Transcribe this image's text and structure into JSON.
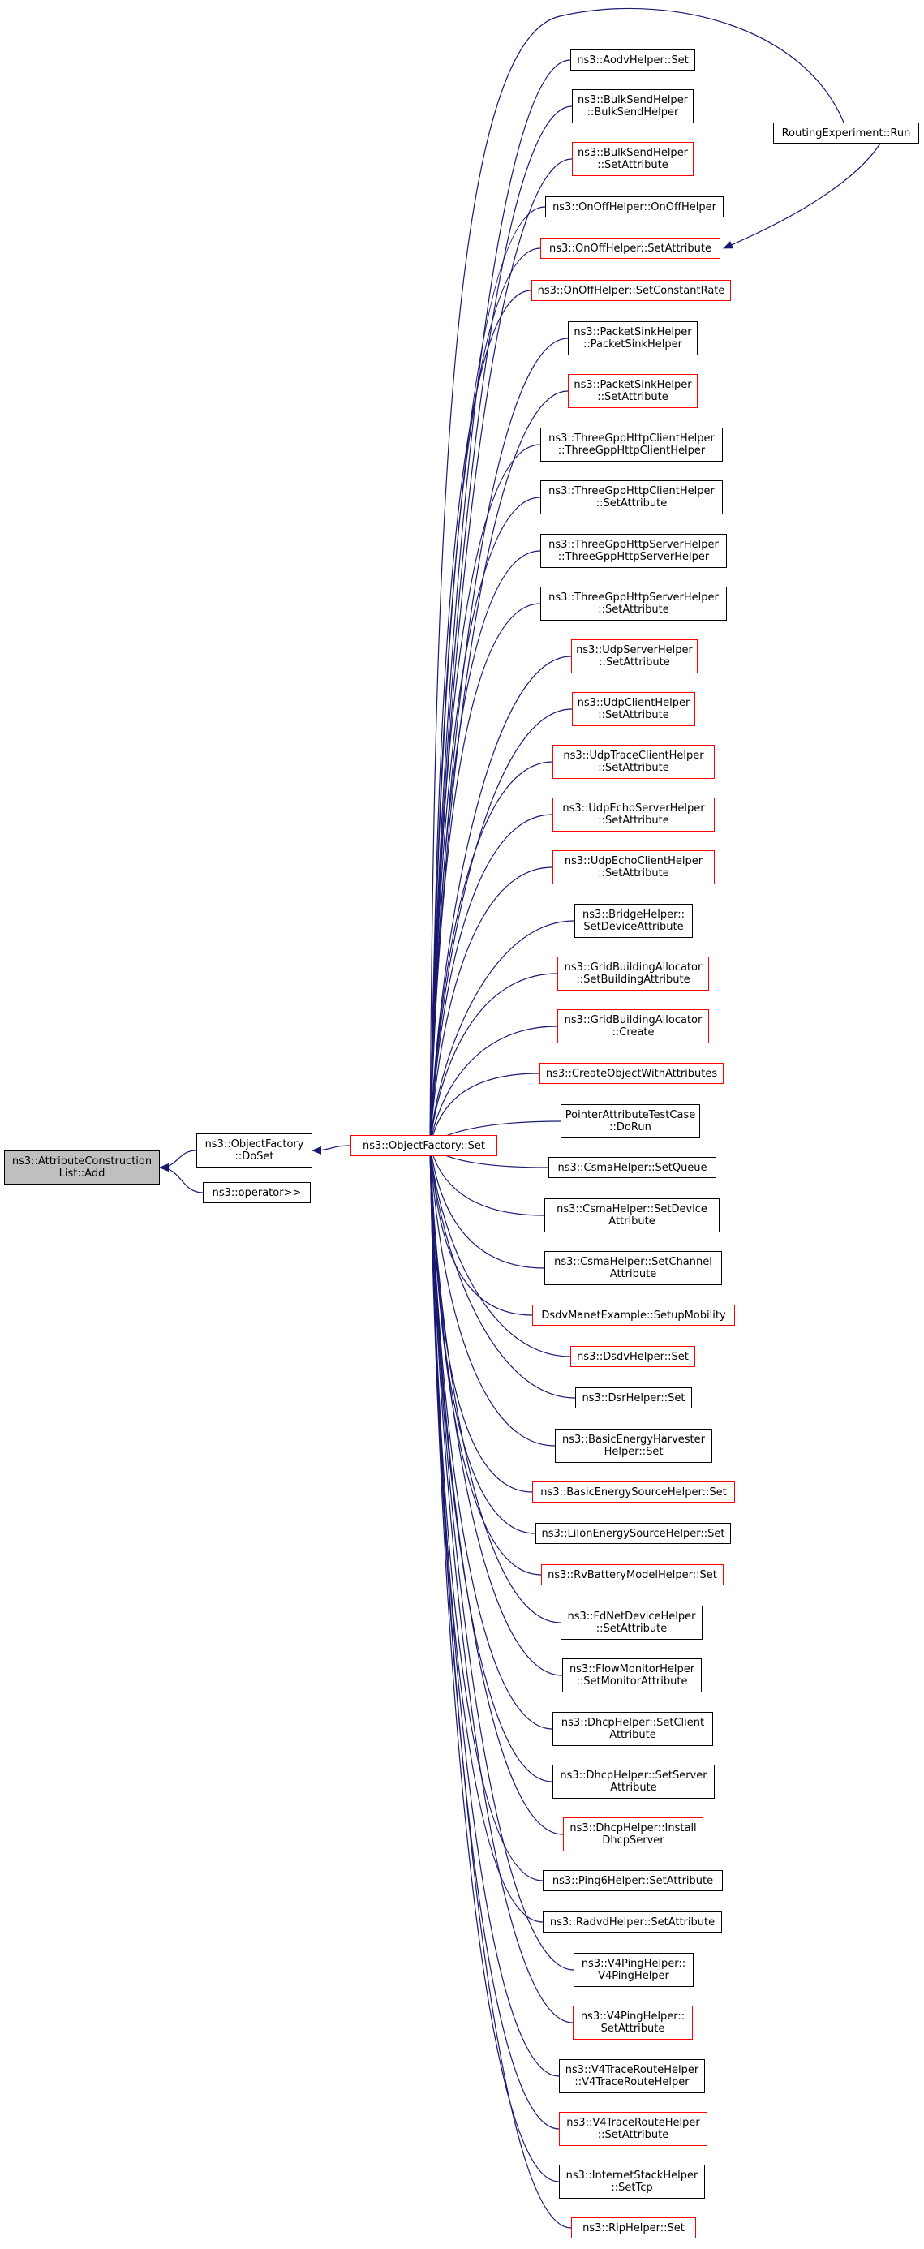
{
  "colors": {
    "edge": "#191970",
    "border": "#000000",
    "border_alt": "#ff0000",
    "focus_fill": "#bfbfbf"
  },
  "nodes": [
    {
      "id": "focus",
      "lines": [
        "ns3::AttributeConstruction",
        "List::Add"
      ],
      "style": "focus"
    },
    {
      "id": "doset",
      "lines": [
        "ns3::ObjectFactory",
        "::DoSet"
      ],
      "style": "black"
    },
    {
      "id": "opin",
      "lines": [
        "ns3::operator>>"
      ],
      "style": "black"
    },
    {
      "id": "ofset",
      "lines": [
        "ns3::ObjectFactory::Set"
      ],
      "style": "red"
    },
    {
      "id": "routing",
      "lines": [
        "RoutingExperiment::Run"
      ],
      "style": "black"
    },
    {
      "id": "c0",
      "lines": [
        "ns3::AodvHelper::Set"
      ],
      "style": "black"
    },
    {
      "id": "c1",
      "lines": [
        "ns3::BulkSendHelper",
        "::BulkSendHelper"
      ],
      "style": "black"
    },
    {
      "id": "c2",
      "lines": [
        "ns3::BulkSendHelper",
        "::SetAttribute"
      ],
      "style": "red"
    },
    {
      "id": "c3",
      "lines": [
        "ns3::OnOffHelper::OnOffHelper"
      ],
      "style": "black"
    },
    {
      "id": "c4",
      "lines": [
        "ns3::OnOffHelper::SetAttribute"
      ],
      "style": "red"
    },
    {
      "id": "c5",
      "lines": [
        "ns3::OnOffHelper::SetConstantRate"
      ],
      "style": "red"
    },
    {
      "id": "c6",
      "lines": [
        "ns3::PacketSinkHelper",
        "::PacketSinkHelper"
      ],
      "style": "black"
    },
    {
      "id": "c7",
      "lines": [
        "ns3::PacketSinkHelper",
        "::SetAttribute"
      ],
      "style": "red"
    },
    {
      "id": "c8",
      "lines": [
        "ns3::ThreeGppHttpClientHelper",
        "::ThreeGppHttpClientHelper"
      ],
      "style": "black"
    },
    {
      "id": "c9",
      "lines": [
        "ns3::ThreeGppHttpClientHelper",
        "::SetAttribute"
      ],
      "style": "black"
    },
    {
      "id": "c10",
      "lines": [
        "ns3::ThreeGppHttpServerHelper",
        "::ThreeGppHttpServerHelper"
      ],
      "style": "black"
    },
    {
      "id": "c11",
      "lines": [
        "ns3::ThreeGppHttpServerHelper",
        "::SetAttribute"
      ],
      "style": "black"
    },
    {
      "id": "c12",
      "lines": [
        "ns3::UdpServerHelper",
        "::SetAttribute"
      ],
      "style": "red"
    },
    {
      "id": "c13",
      "lines": [
        "ns3::UdpClientHelper",
        "::SetAttribute"
      ],
      "style": "red"
    },
    {
      "id": "c14",
      "lines": [
        "ns3::UdpTraceClientHelper",
        "::SetAttribute"
      ],
      "style": "red"
    },
    {
      "id": "c15",
      "lines": [
        "ns3::UdpEchoServerHelper",
        "::SetAttribute"
      ],
      "style": "red"
    },
    {
      "id": "c16",
      "lines": [
        "ns3::UdpEchoClientHelper",
        "::SetAttribute"
      ],
      "style": "red"
    },
    {
      "id": "c17",
      "lines": [
        "ns3::BridgeHelper::",
        "SetDeviceAttribute"
      ],
      "style": "black"
    },
    {
      "id": "c18",
      "lines": [
        "ns3::GridBuildingAllocator",
        "::SetBuildingAttribute"
      ],
      "style": "red"
    },
    {
      "id": "c19",
      "lines": [
        "ns3::GridBuildingAllocator",
        "::Create"
      ],
      "style": "red"
    },
    {
      "id": "c20",
      "lines": [
        "ns3::CreateObjectWithAttributes"
      ],
      "style": "red"
    },
    {
      "id": "c21",
      "lines": [
        "PointerAttributeTestCase",
        "::DoRun"
      ],
      "style": "black"
    },
    {
      "id": "c22",
      "lines": [
        "ns3::CsmaHelper::SetQueue"
      ],
      "style": "black"
    },
    {
      "id": "c23",
      "lines": [
        "ns3::CsmaHelper::SetDevice",
        "Attribute"
      ],
      "style": "black"
    },
    {
      "id": "c24",
      "lines": [
        "ns3::CsmaHelper::SetChannel",
        "Attribute"
      ],
      "style": "black"
    },
    {
      "id": "c25",
      "lines": [
        "DsdvManetExample::SetupMobility"
      ],
      "style": "red"
    },
    {
      "id": "c26",
      "lines": [
        "ns3::DsdvHelper::Set"
      ],
      "style": "red"
    },
    {
      "id": "c27",
      "lines": [
        "ns3::DsrHelper::Set"
      ],
      "style": "black"
    },
    {
      "id": "c28",
      "lines": [
        "ns3::BasicEnergyHarvester",
        "Helper::Set"
      ],
      "style": "black"
    },
    {
      "id": "c29",
      "lines": [
        "ns3::BasicEnergySourceHelper::Set"
      ],
      "style": "red"
    },
    {
      "id": "c30",
      "lines": [
        "ns3::LiIonEnergySourceHelper::Set"
      ],
      "style": "black"
    },
    {
      "id": "c31",
      "lines": [
        "ns3::RvBatteryModelHelper::Set"
      ],
      "style": "red"
    },
    {
      "id": "c32",
      "lines": [
        "ns3::FdNetDeviceHelper",
        "::SetAttribute"
      ],
      "style": "black"
    },
    {
      "id": "c33",
      "lines": [
        "ns3::FlowMonitorHelper",
        "::SetMonitorAttribute"
      ],
      "style": "black"
    },
    {
      "id": "c34",
      "lines": [
        "ns3::DhcpHelper::SetClient",
        "Attribute"
      ],
      "style": "black"
    },
    {
      "id": "c35",
      "lines": [
        "ns3::DhcpHelper::SetServer",
        "Attribute"
      ],
      "style": "black"
    },
    {
      "id": "c36",
      "lines": [
        "ns3::DhcpHelper::Install",
        "DhcpServer"
      ],
      "style": "red"
    },
    {
      "id": "c37",
      "lines": [
        "ns3::Ping6Helper::SetAttribute"
      ],
      "style": "black"
    },
    {
      "id": "c38",
      "lines": [
        "ns3::RadvdHelper::SetAttribute"
      ],
      "style": "black"
    },
    {
      "id": "c39",
      "lines": [
        "ns3::V4PingHelper::",
        "V4PingHelper"
      ],
      "style": "black"
    },
    {
      "id": "c40",
      "lines": [
        "ns3::V4PingHelper::",
        "SetAttribute"
      ],
      "style": "red"
    },
    {
      "id": "c41",
      "lines": [
        "ns3::V4TraceRouteHelper",
        "::V4TraceRouteHelper"
      ],
      "style": "black"
    },
    {
      "id": "c42",
      "lines": [
        "ns3::V4TraceRouteHelper",
        "::SetAttribute"
      ],
      "style": "red"
    },
    {
      "id": "c43",
      "lines": [
        "ns3::InternetStackHelper",
        "::SetTcp"
      ],
      "style": "black"
    },
    {
      "id": "c44",
      "lines": [
        "ns3::RipHelper::Set"
      ],
      "style": "red"
    }
  ],
  "edges": [
    [
      "doset",
      "focus"
    ],
    [
      "opin",
      "focus"
    ],
    [
      "ofset",
      "doset"
    ],
    [
      "c0",
      "ofset"
    ],
    [
      "c1",
      "ofset"
    ],
    [
      "c2",
      "ofset"
    ],
    [
      "c3",
      "ofset"
    ],
    [
      "c4",
      "ofset"
    ],
    [
      "c5",
      "ofset"
    ],
    [
      "c6",
      "ofset"
    ],
    [
      "c7",
      "ofset"
    ],
    [
      "c8",
      "ofset"
    ],
    [
      "c9",
      "ofset"
    ],
    [
      "c10",
      "ofset"
    ],
    [
      "c11",
      "ofset"
    ],
    [
      "c12",
      "ofset"
    ],
    [
      "c13",
      "ofset"
    ],
    [
      "c14",
      "ofset"
    ],
    [
      "c15",
      "ofset"
    ],
    [
      "c16",
      "ofset"
    ],
    [
      "c17",
      "ofset"
    ],
    [
      "c18",
      "ofset"
    ],
    [
      "c19",
      "ofset"
    ],
    [
      "c20",
      "ofset"
    ],
    [
      "c21",
      "ofset"
    ],
    [
      "c22",
      "ofset"
    ],
    [
      "c23",
      "ofset"
    ],
    [
      "c24",
      "ofset"
    ],
    [
      "c25",
      "ofset"
    ],
    [
      "c26",
      "ofset"
    ],
    [
      "c27",
      "ofset"
    ],
    [
      "c28",
      "ofset"
    ],
    [
      "c29",
      "ofset"
    ],
    [
      "c30",
      "ofset"
    ],
    [
      "c31",
      "ofset"
    ],
    [
      "c32",
      "ofset"
    ],
    [
      "c33",
      "ofset"
    ],
    [
      "c34",
      "ofset"
    ],
    [
      "c35",
      "ofset"
    ],
    [
      "c36",
      "ofset"
    ],
    [
      "c37",
      "ofset"
    ],
    [
      "c38",
      "ofset"
    ],
    [
      "c39",
      "ofset"
    ],
    [
      "c40",
      "ofset"
    ],
    [
      "c41",
      "ofset"
    ],
    [
      "c42",
      "ofset"
    ],
    [
      "c43",
      "ofset"
    ],
    [
      "c44",
      "ofset"
    ],
    [
      "routing",
      "ofset"
    ],
    [
      "routing",
      "c4"
    ]
  ]
}
